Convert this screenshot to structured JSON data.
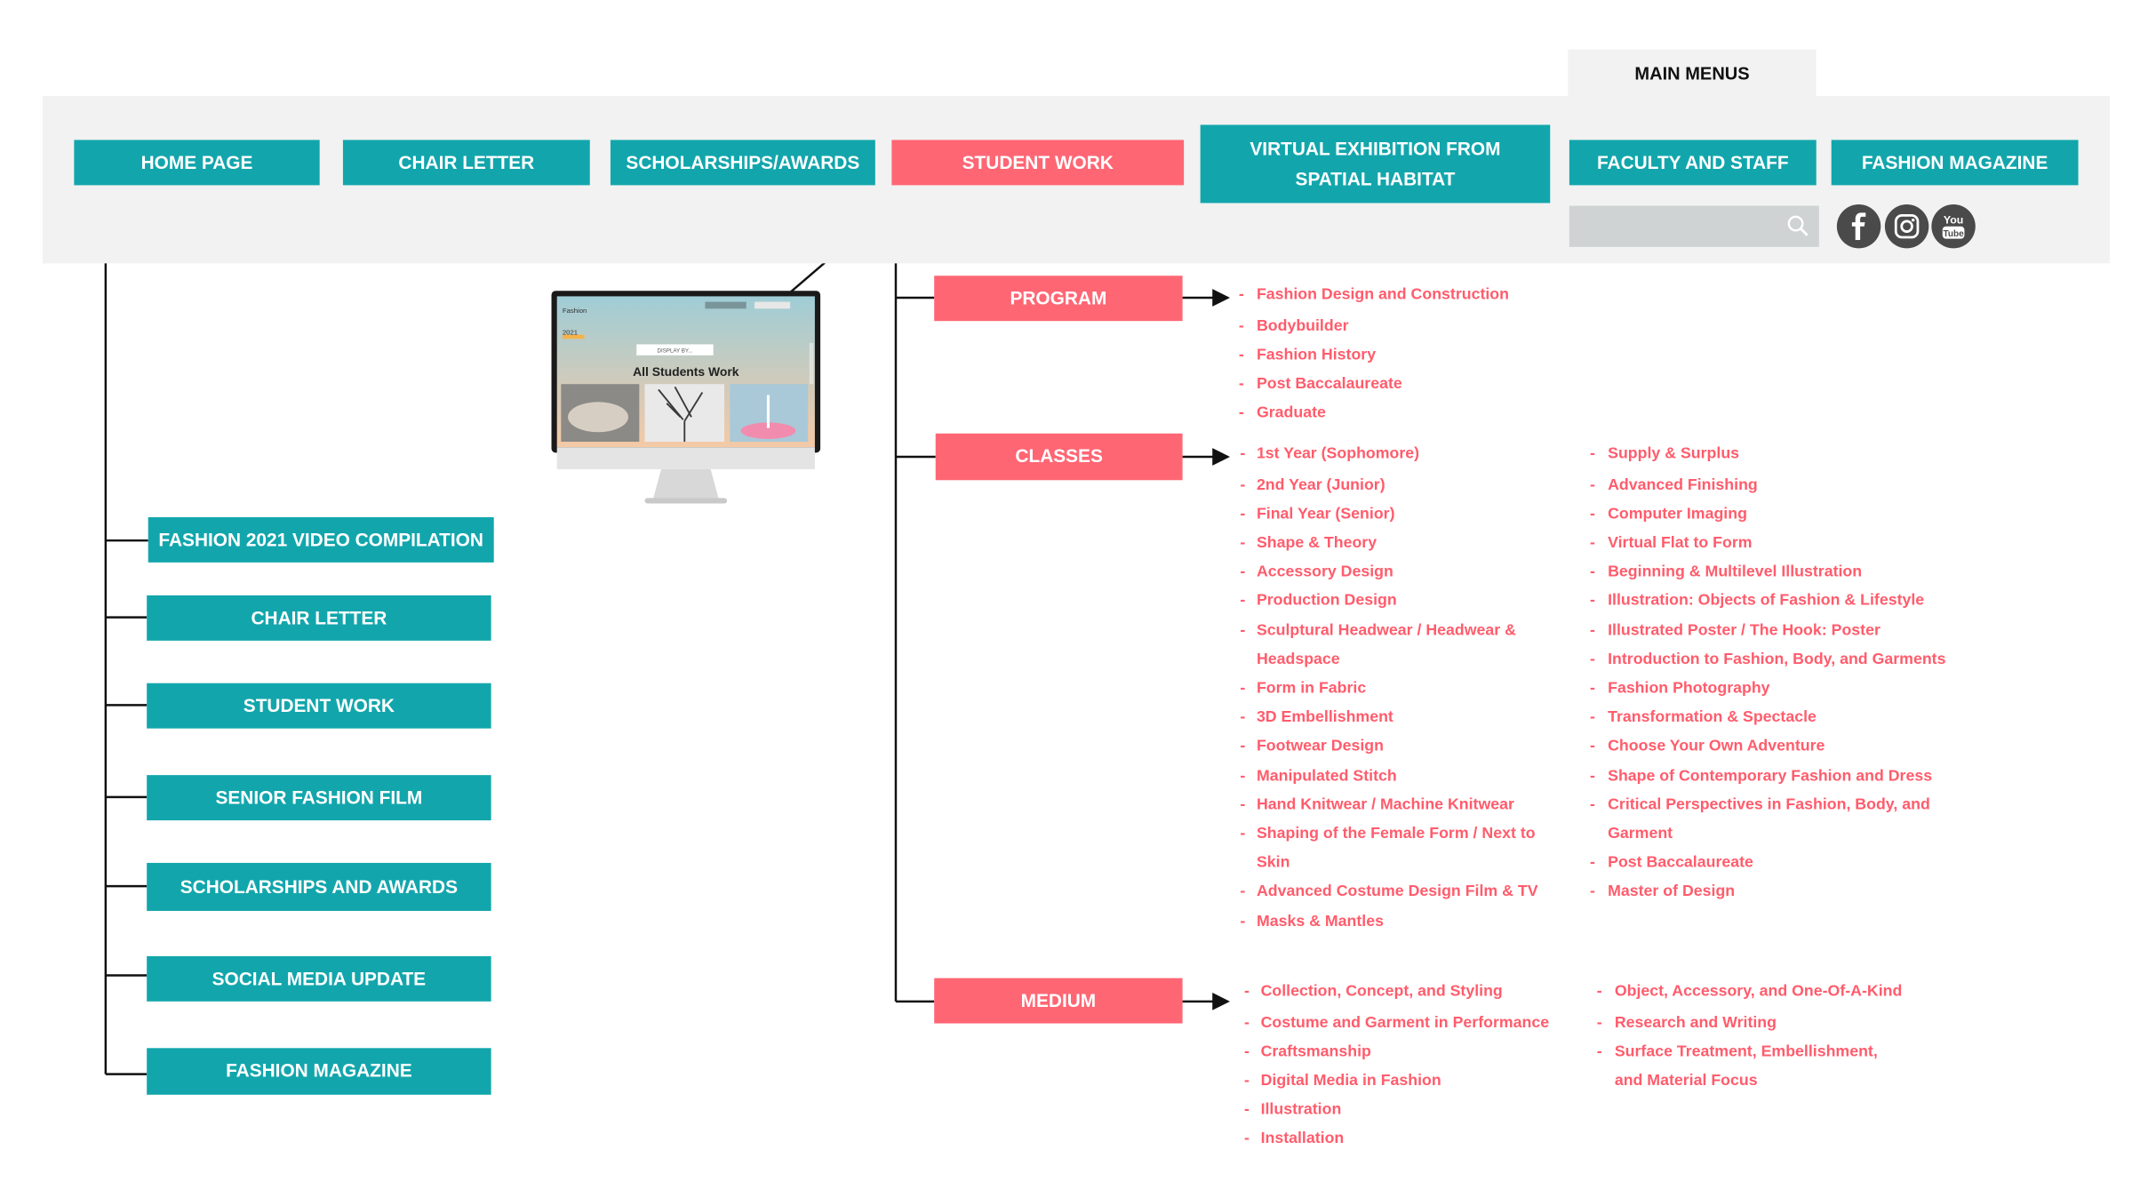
{
  "top": {
    "main_menus_label": "MAIN MENUS",
    "menus": [
      "HOME PAGE",
      "CHAIR LETTER",
      "SCHOLARSHIPS/AWARDS",
      "STUDENT WORK",
      "VIRTUAL EXHIBITION FROM",
      "SPATIAL HABITAT",
      "FACULTY AND STAFF",
      "FASHION MAGAZINE"
    ],
    "search": {
      "value": ""
    },
    "social_icons": [
      "facebook-icon",
      "instagram-icon",
      "youtube-icon"
    ]
  },
  "home_sub": [
    "FASHION 2021 VIDEO COMPILATION",
    "CHAIR LETTER",
    "STUDENT WORK",
    "SENIOR FASHION FILM",
    "SCHOLARSHIPS AND AWARDS",
    "SOCIAL MEDIA UPDATE",
    "FASHION MAGAZINE"
  ],
  "monitor": {
    "brand_lines": [
      "Fashion",
      "2021"
    ],
    "display_button": "DISPLAY BY...",
    "heading": "All Students Work"
  },
  "student_work": {
    "program": {
      "label": "PROGRAM",
      "items": [
        "Fashion Design and Construction",
        "Bodybuilder",
        "Fashion History",
        "Post Baccalaureate",
        "Graduate"
      ]
    },
    "classes": {
      "label": "CLASSES",
      "col1": [
        "1st Year (Sophomore)",
        "2nd Year (Junior)",
        "Final Year (Senior)",
        "Shape & Theory",
        "Accessory Design",
        "Production Design",
        "Sculptural Headwear / Headwear &",
        "Headspace",
        "Form in Fabric",
        "3D Embellishment",
        "Footwear Design",
        "Manipulated Stitch",
        "Hand Knitwear / Machine Knitwear",
        "Shaping of the Female Form / Next to",
        "Skin",
        "Advanced Costume Design Film & TV",
        "Masks & Mantles"
      ],
      "col2": [
        "Supply & Surplus",
        "Advanced Finishing",
        "Computer Imaging",
        "Virtual Flat to Form",
        "Beginning & Multilevel Illustration",
        "Illustration: Objects of Fashion & Lifestyle",
        "Illustrated Poster / The Hook: Poster",
        "Introduction to Fashion, Body, and Garments",
        "Fashion Photography",
        "Transformation & Spectacle",
        "Choose Your Own Adventure",
        "Shape of Contemporary Fashion and Dress",
        "Critical Perspectives in Fashion, Body, and",
        "Garment",
        "Post Baccalaureate",
        "Master of Design"
      ]
    },
    "medium": {
      "label": "MEDIUM",
      "col1": [
        "Collection, Concept, and Styling",
        "Costume and Garment in Performance",
        "Craftsmanship",
        "Digital Media in Fashion",
        "Illustration",
        "Installation"
      ],
      "col2": [
        "Object, Accessory, and One-Of-A-Kind",
        "Research and Writing",
        "Surface Treatment, Embellishment,",
        "and Material Focus"
      ]
    }
  },
  "colors": {
    "teal": "#12a6ac",
    "coral": "#ff6674",
    "item_text": "#ff5c6c",
    "menu_bar": "#f2f2f2"
  }
}
